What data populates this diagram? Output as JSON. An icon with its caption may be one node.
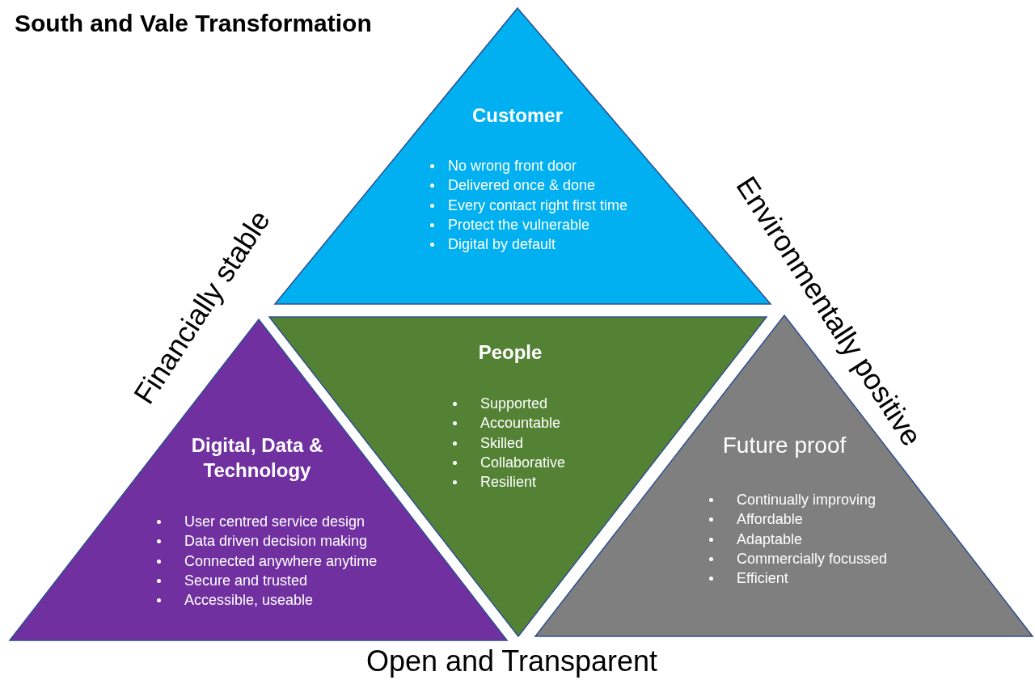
{
  "diagram": {
    "title": "South and Vale Transformation",
    "nodes": [
      {
        "text": [
          "Customer",
          "No wrong front door",
          "Delivered once & done",
          "Every contact right first time",
          "Protect the vulnerable",
          "Digital by default"
        ]
      },
      {
        "text": [
          "People",
          "Supported",
          "Accountable",
          "Skilled",
          "Collaborative",
          "Resilient"
        ]
      },
      {
        "text": [
          "Digital, Data & Technology",
          "User centred service design",
          "Data driven decision making",
          "Connected anywhere anytime",
          "Secure and trusted",
          "Accessible, useable"
        ]
      },
      {
        "text": [
          "Future proof",
          "Continually improving",
          "Affordable",
          "Adaptable",
          "Commercially focussed",
          "Efficient"
        ]
      }
    ],
    "labels": [
      "Financially stable",
      "Environmentally positive",
      "Open and Transparent"
    ]
  }
}
